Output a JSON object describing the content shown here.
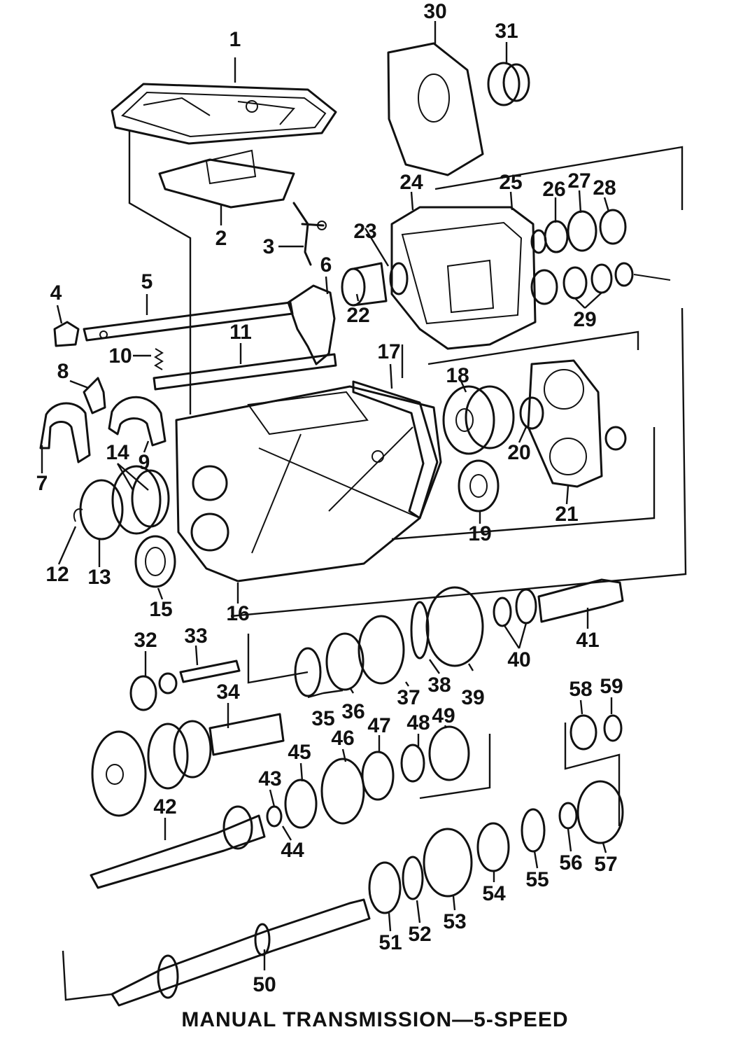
{
  "caption": "MANUAL TRANSMISSION—5-SPEED",
  "callouts": [
    "1",
    "2",
    "3",
    "4",
    "5",
    "6",
    "7",
    "8",
    "9",
    "10",
    "11",
    "12",
    "13",
    "14",
    "15",
    "16",
    "17",
    "18",
    "19",
    "20",
    "21",
    "22",
    "23",
    "24",
    "25",
    "26",
    "27",
    "28",
    "29",
    "30",
    "31",
    "32",
    "33",
    "34",
    "35",
    "36",
    "37",
    "38",
    "39",
    "40",
    "41",
    "42",
    "43",
    "44",
    "45",
    "46",
    "47",
    "48",
    "49",
    "50",
    "51",
    "52",
    "53",
    "54",
    "55",
    "56",
    "57",
    "58",
    "59"
  ]
}
